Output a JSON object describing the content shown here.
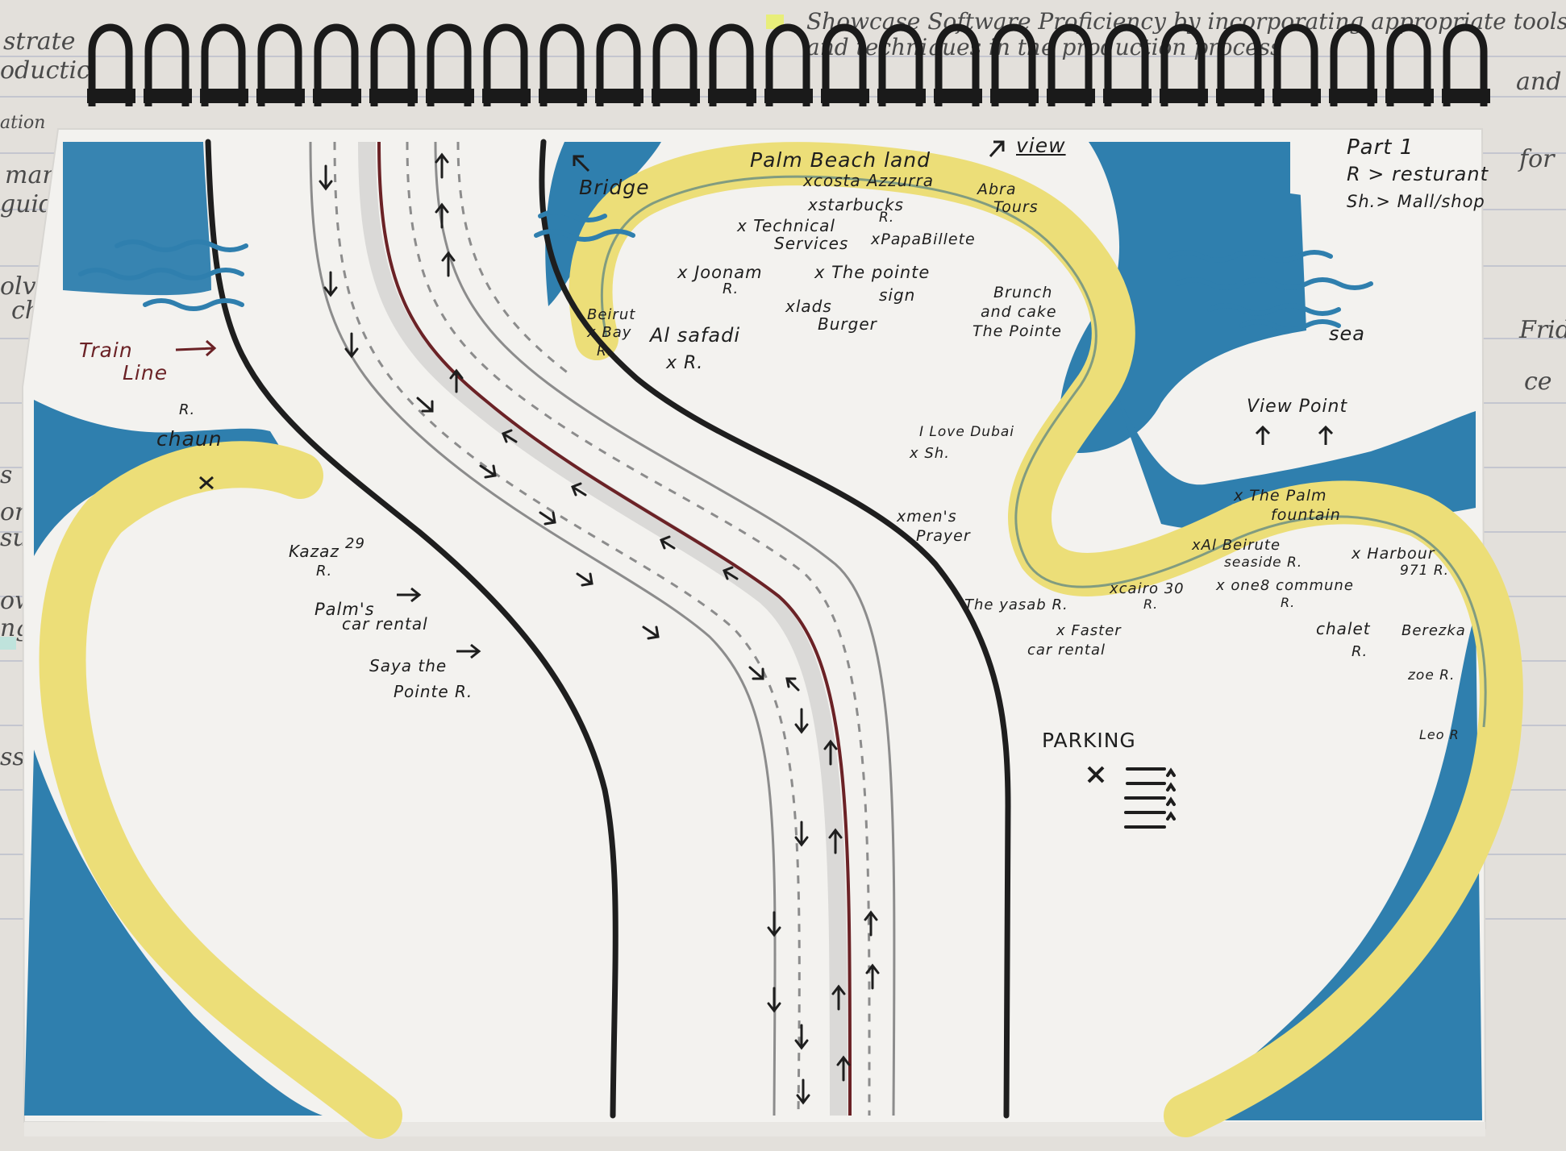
{
  "background_notes": {
    "left_lines": [
      "strate",
      "oductic",
      "ation",
      "mana",
      "guidel",
      "olvin",
      "cha",
      "s",
      "or",
      "sue",
      "ow",
      "ng",
      "ss"
    ],
    "top_line_1": "Showcase Software Proficiency by incorporating appropriate tools",
    "top_line_2": "and techniques in the production process",
    "right_lines": [
      "and",
      "for",
      "Frida",
      "ce"
    ]
  },
  "legend": {
    "title": "Part 1",
    "line1": "R > resturant",
    "line2": "Sh.> Mall/shop"
  },
  "map_labels": {
    "train": "Train",
    "line": "Line",
    "bridge": "Bridge",
    "view": "view",
    "palm_beach_land": "Palm Beach land",
    "costa_azzurra": "xcosta Azzurra",
    "starbucks": "xstarbucks",
    "starbucks_r": "R.",
    "abra": "Abra",
    "tours": "Tours",
    "technical": "x Technical",
    "services": "Services",
    "papa_billette": "xPapaBillete",
    "joonam": "x Joonam",
    "joonam_r": "R.",
    "the_pointe": "x The pointe",
    "sign": "sign",
    "brunch": "Brunch",
    "and_cake": "and cake",
    "the_pointe_2": "The Pointe",
    "beirut": "Beirut",
    "bay": "x Bay",
    "beirut_r": "R.",
    "lads": "xlads",
    "burger": "Burger",
    "al_safadi": "Al safadi",
    "al_safadi_x": "x R.",
    "sea": "sea",
    "r_dot": "R.",
    "chaun": "chaun",
    "view_point": "View Point",
    "i_love_dubai": "I Love Dubai",
    "i_love_dubai_sh": "x Sh.",
    "the_palm": "x The Palm",
    "fountain": "fountain",
    "mens": "xmen's",
    "prayer": "Prayer",
    "al_beirute": "xAl Beirute",
    "seaside": "seaside R.",
    "harbour": "x Harbour",
    "harbour_r": "971 R.",
    "kazaz": "Kazaz",
    "kazaz_num": "29",
    "kazaz_r": "R.",
    "palms": "Palm's",
    "car_rental": "car rental",
    "saya": "Saya the",
    "pointe_r": "Pointe R.",
    "the_yasab": "The yasab R.",
    "cairo": "xcairo 30",
    "cairo_r": "R.",
    "one8": "x one8 commune",
    "one8_r": "R.",
    "faster": "x Faster",
    "faster_rental": "car rental",
    "chalet": "chalet",
    "chalet_r": "R.",
    "berezka": "Berezka",
    "zoe": "zoe R.",
    "leo": "Leo R",
    "parking": "PARKING"
  },
  "colors": {
    "sea": "#2f7fae",
    "sand": "#ecde78",
    "paper": "#f3f2ef",
    "ink": "#1e1e1e",
    "rail": "#6b2226"
  }
}
